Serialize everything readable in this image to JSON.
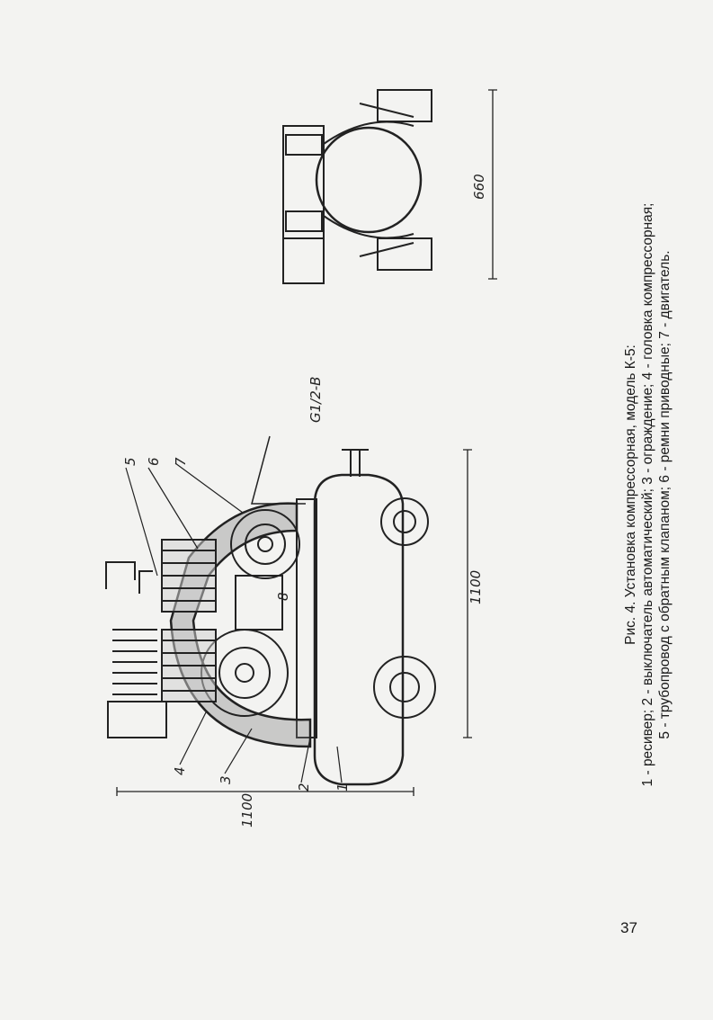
{
  "figure": {
    "callouts": [
      "1",
      "2",
      "3",
      "4",
      "5",
      "6",
      "7",
      "8"
    ],
    "dimensions": {
      "length": "1100",
      "height": "1100",
      "width": "660",
      "fitting": "G1/2-B"
    }
  },
  "caption": {
    "line1": "Рис. 4. Установка компрессорная, модель К-5:",
    "line2": "1 - ресивер; 2 - выключатель автоматический; 3 - ограждение; 4 - головка компрессорная;",
    "line3": "5 - трубопровод с обратным клапаном; 6 - ремни приводные; 7 - двигатель."
  },
  "page_number": "37"
}
